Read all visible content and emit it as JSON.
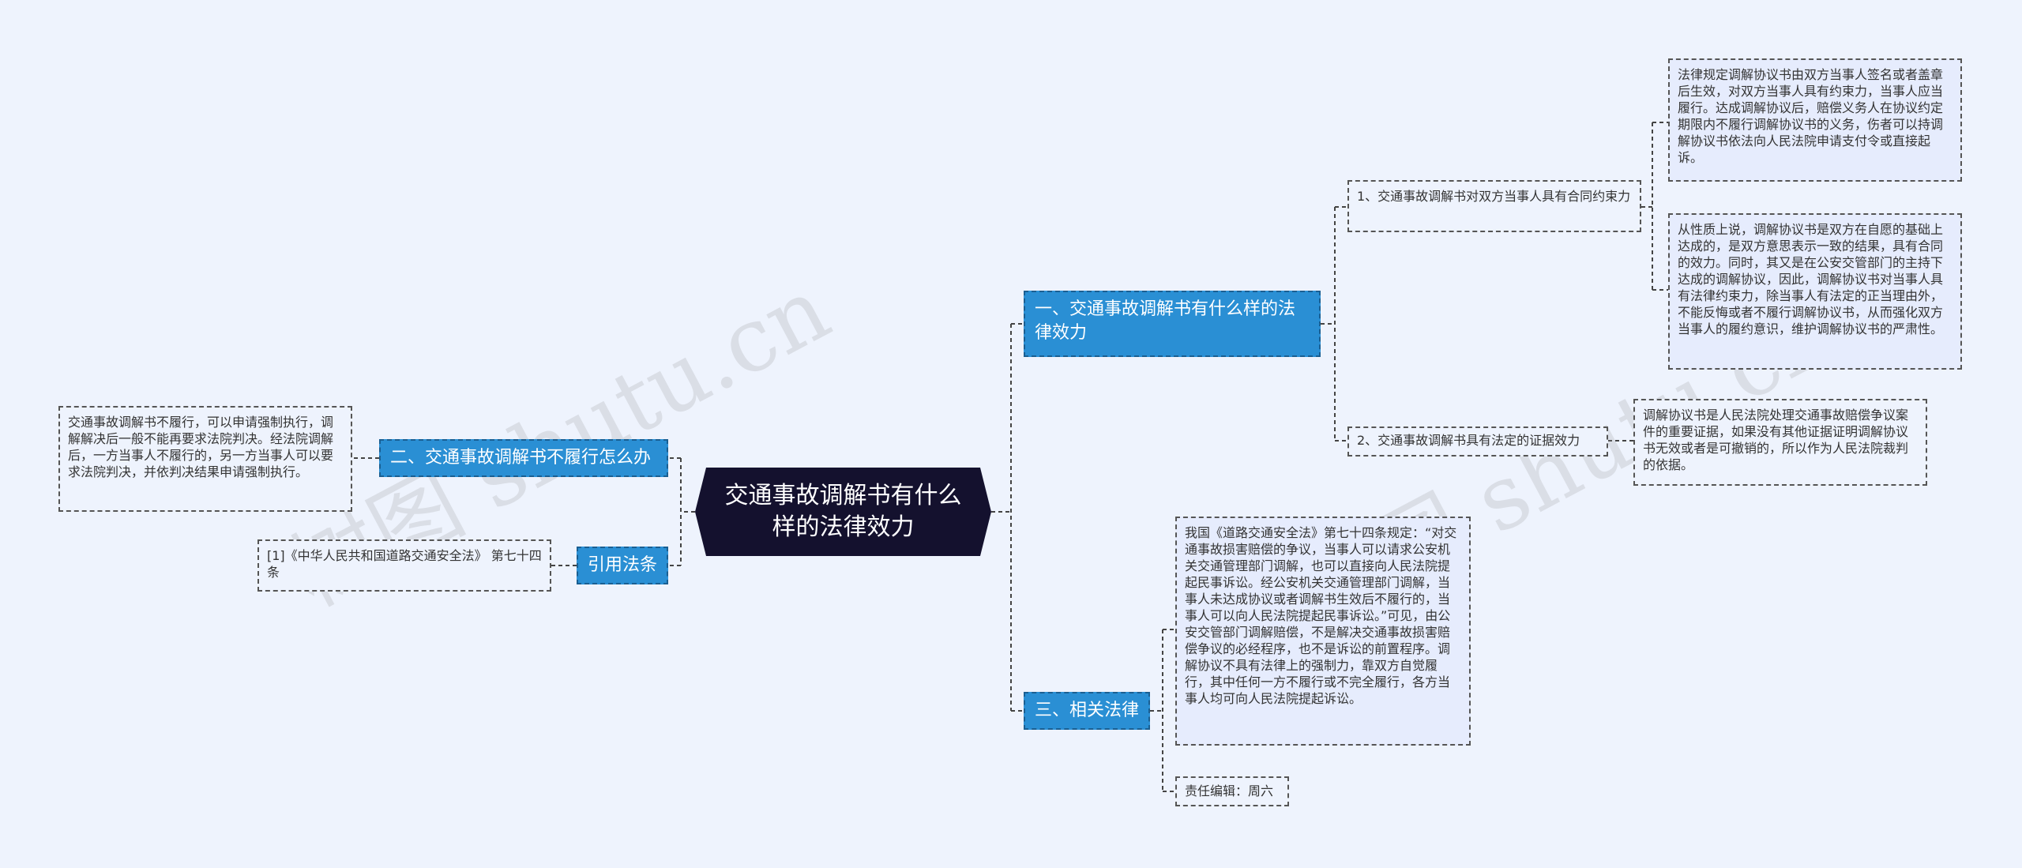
{
  "root": {
    "title": "交通事故调解书有什么样的法律效力"
  },
  "right_branches": [
    {
      "label": "一、交通事故调解书有什么样的法律效力",
      "children": [
        {
          "label": "1、交通事故调解书对双方当事人具有合同约束力",
          "details": [
            "法律规定调解协议书由双方当事人签名或者盖章后生效，对双方当事人具有约束力，当事人应当履行。达成调解协议后，赔偿义务人在协议约定期限内不履行调解协议书的义务，伤者可以持调解协议书依法向人民法院申请支付令或直接起诉。",
            "从性质上说，调解协议书是双方在自愿的基础上达成的，是双方意思表示一致的结果，具有合同的效力。同时，其又是在公安交管部门的主持下达成的调解协议，因此，调解协议书对当事人具有法律约束力，除当事人有法定的正当理由外，不能反悔或者不履行调解协议书，从而强化双方当事人的履约意识，维护调解协议书的严肃性。"
          ]
        },
        {
          "label": "2、交通事故调解书具有法定的证据效力",
          "details": [
            "调解协议书是人民法院处理交通事故赔偿争议案件的重要证据，如果没有其他证据证明调解协议书无效或者是可撤销的，所以作为人民法院裁判的依据。"
          ]
        }
      ]
    },
    {
      "label": "三、相关法律",
      "details": [
        "我国《道路交通安全法》第七十四条规定：“对交通事故损害赔偿的争议，当事人可以请求公安机关交通管理部门调解，也可以直接向人民法院提起民事诉讼。经公安机关交通管理部门调解，当事人未达成协议或者调解书生效后不履行的，当事人可以向人民法院提起民事诉讼。”可见，由公安交管部门调解赔偿，不是解决交通事故损害赔偿争议的必经程序，也不是诉讼的前置程序。调解协议不具有法律上的强制力，靠双方自觉履行，其中任何一方不履行或不完全履行，各方当事人均可向人民法院提起诉讼。",
        "责任编辑：周六"
      ]
    }
  ],
  "left_branches": [
    {
      "label": "二、交通事故调解书不履行怎么办",
      "details": [
        "交通事故调解书不履行，可以申请强制执行，调解解决后一般不能再要求法院判决。经法院调解后，一方当事人不履行的，另一方当事人可以要求法院判决，并依判决结果申请强制执行。"
      ]
    },
    {
      "label": "引用法条",
      "details": [
        "[1]《中华人民共和国道路交通安全法》 第七十四条"
      ]
    }
  ],
  "watermark": "树图 shutu.cn"
}
